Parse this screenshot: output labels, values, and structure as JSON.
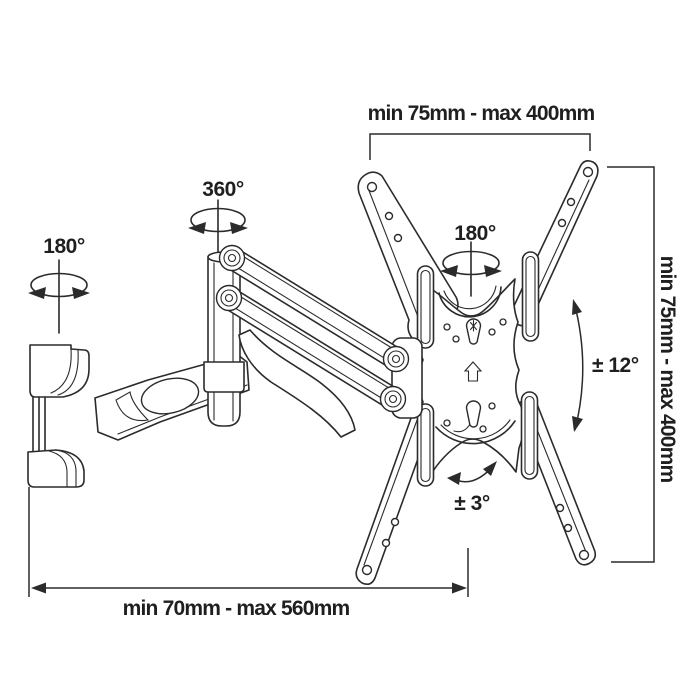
{
  "colors": {
    "background": "#ffffff",
    "line": "#2b2b2b",
    "text": "#1f1f1f"
  },
  "labels": {
    "top_dimension": "min 75mm - max 400mm",
    "right_dimension": "min 75mm - max 400mm",
    "bottom_dimension": "min 70mm - max 560mm",
    "wall_swivel_angle": "180°",
    "arm_swivel_angle": "360°",
    "plate_swivel_angle": "180°",
    "tilt_angle": "± 12°",
    "level_adjust_angle": "± 3°"
  }
}
